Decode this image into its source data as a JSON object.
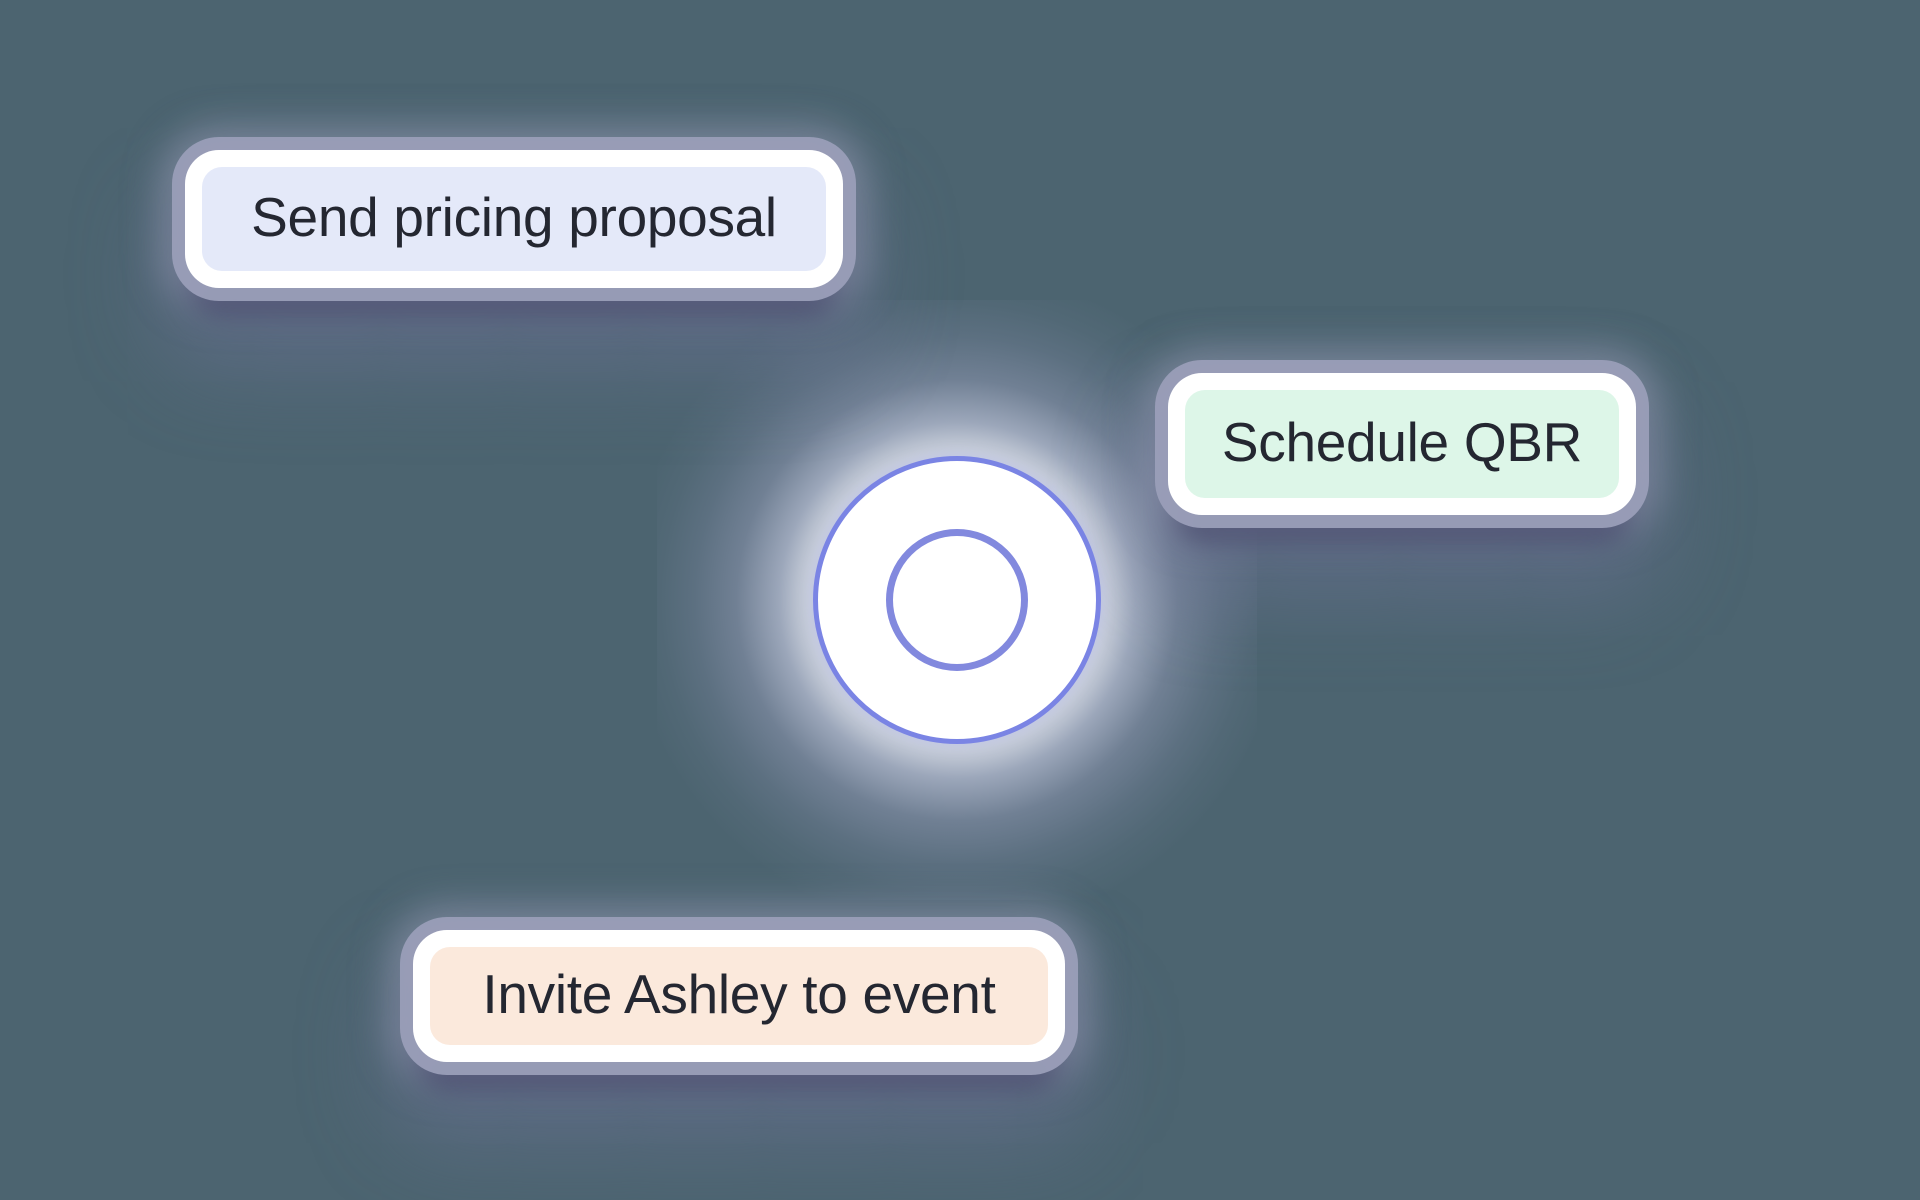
{
  "canvas": {
    "background_color": "#4c6470"
  },
  "task_chips": [
    {
      "label": "Send pricing proposal",
      "fill_color": "#e4e9f9",
      "text_color": "#242731"
    },
    {
      "label": "Schedule QBR",
      "fill_color": "#ddf6e8",
      "text_color": "#242731"
    },
    {
      "label": "Invite Ashley to event",
      "fill_color": "#fbe9dc",
      "text_color": "#242731"
    }
  ],
  "focus_ring": {
    "fill_color": "#ffffff",
    "outer_ring_color": "#7a84e4",
    "inner_ring_color": "#8289de",
    "glow_color": "#ffffff",
    "halo_color": "#9a9eb8"
  },
  "shadow_colors": {
    "card_halo": "#9a9eb8",
    "card_drop": "#202348"
  }
}
